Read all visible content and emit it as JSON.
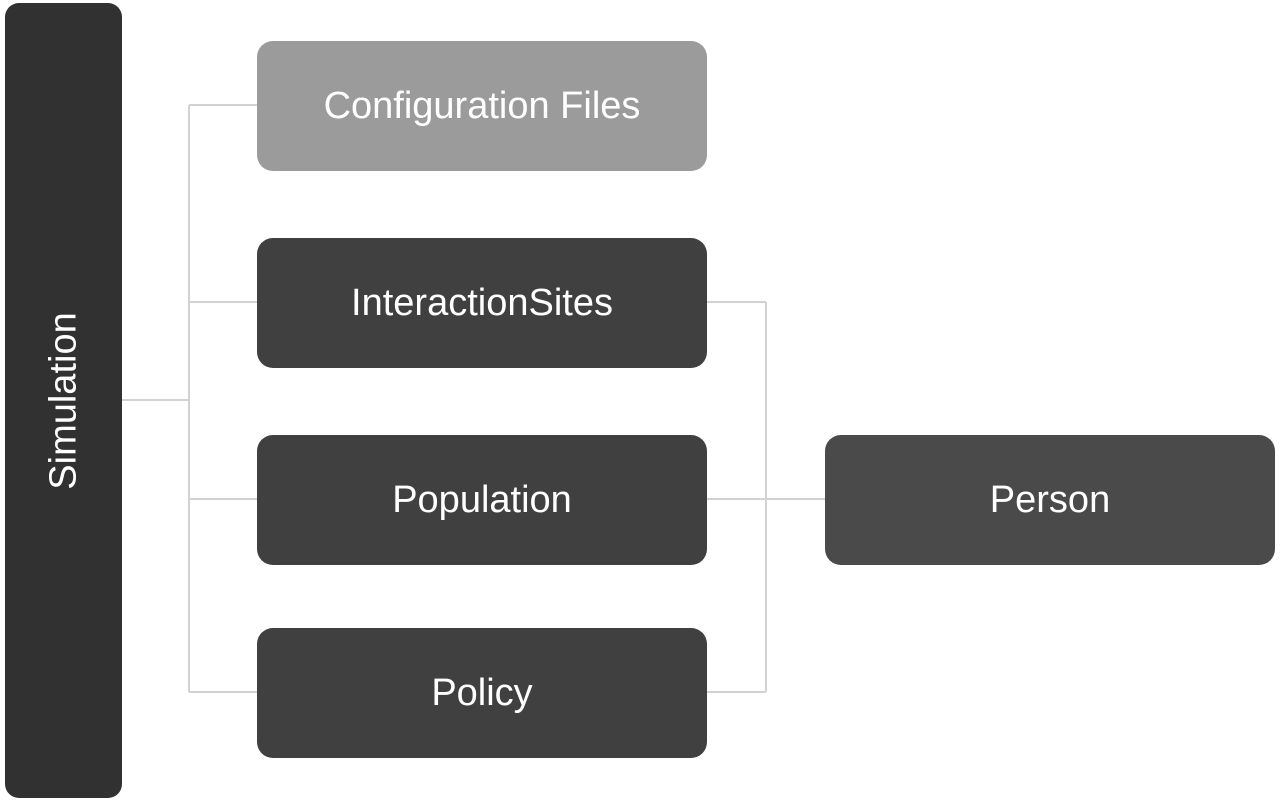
{
  "diagram": {
    "root": {
      "label": "Simulation"
    },
    "children": [
      {
        "id": "config",
        "label": "Configuration Files"
      },
      {
        "id": "sites",
        "label": "InteractionSites"
      },
      {
        "id": "population",
        "label": "Population"
      },
      {
        "id": "policy",
        "label": "Policy"
      }
    ],
    "leaf": {
      "label": "Person"
    },
    "colors": {
      "root": "#313131",
      "node": "#404040",
      "node_light": "#9b9b9b",
      "leaf": "#4a4a4a",
      "connector": "#d2d2d2",
      "text": "#ffffff"
    }
  }
}
